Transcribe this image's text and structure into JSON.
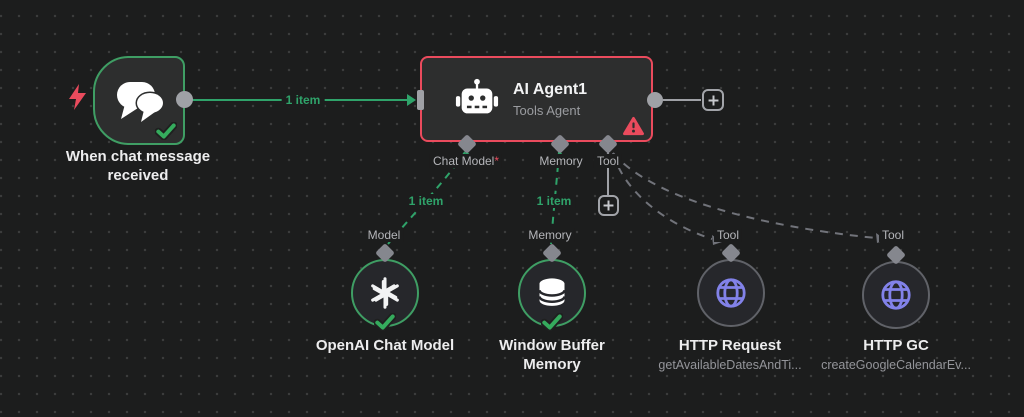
{
  "trigger": {
    "label": "When chat message received"
  },
  "agent": {
    "title": "AI Agent1",
    "subtitle": "Tools Agent",
    "ports": {
      "chat_model": {
        "label": "Chat Model",
        "required_marker": "*"
      },
      "memory": {
        "label": "Memory"
      },
      "tool": {
        "label": "Tool"
      }
    }
  },
  "edges": {
    "trigger_to_agent": {
      "label": "1 item"
    },
    "model_to_agent": {
      "label": "1 item"
    },
    "memory_to_agent": {
      "label": "1 item"
    }
  },
  "subnodes": {
    "openai": {
      "port_label": "Model",
      "title": "OpenAI Chat Model"
    },
    "window_buffer": {
      "port_label": "Memory",
      "title": "Window Buffer Memory"
    },
    "http_request": {
      "port_label": "Tool",
      "title": "HTTP Request",
      "subtitle": "getAvailableDatesAndTi..."
    },
    "http_gc": {
      "port_label": "Tool",
      "title": "HTTP GC",
      "subtitle": "createGoogleCalendarEv..."
    }
  },
  "colors": {
    "background": "#1c1d1d",
    "grid_dot": "#3b3c3c",
    "node_fill": "#2d2e2e",
    "circle_fill": "#26272b",
    "success_green": "#2fa36a",
    "node_ok_border": "#3f9e64",
    "error_red": "#ea4b5d",
    "port_gray": "#8a8c93",
    "dash_gray": "#71737a",
    "tool_purple": "#8282e9"
  }
}
